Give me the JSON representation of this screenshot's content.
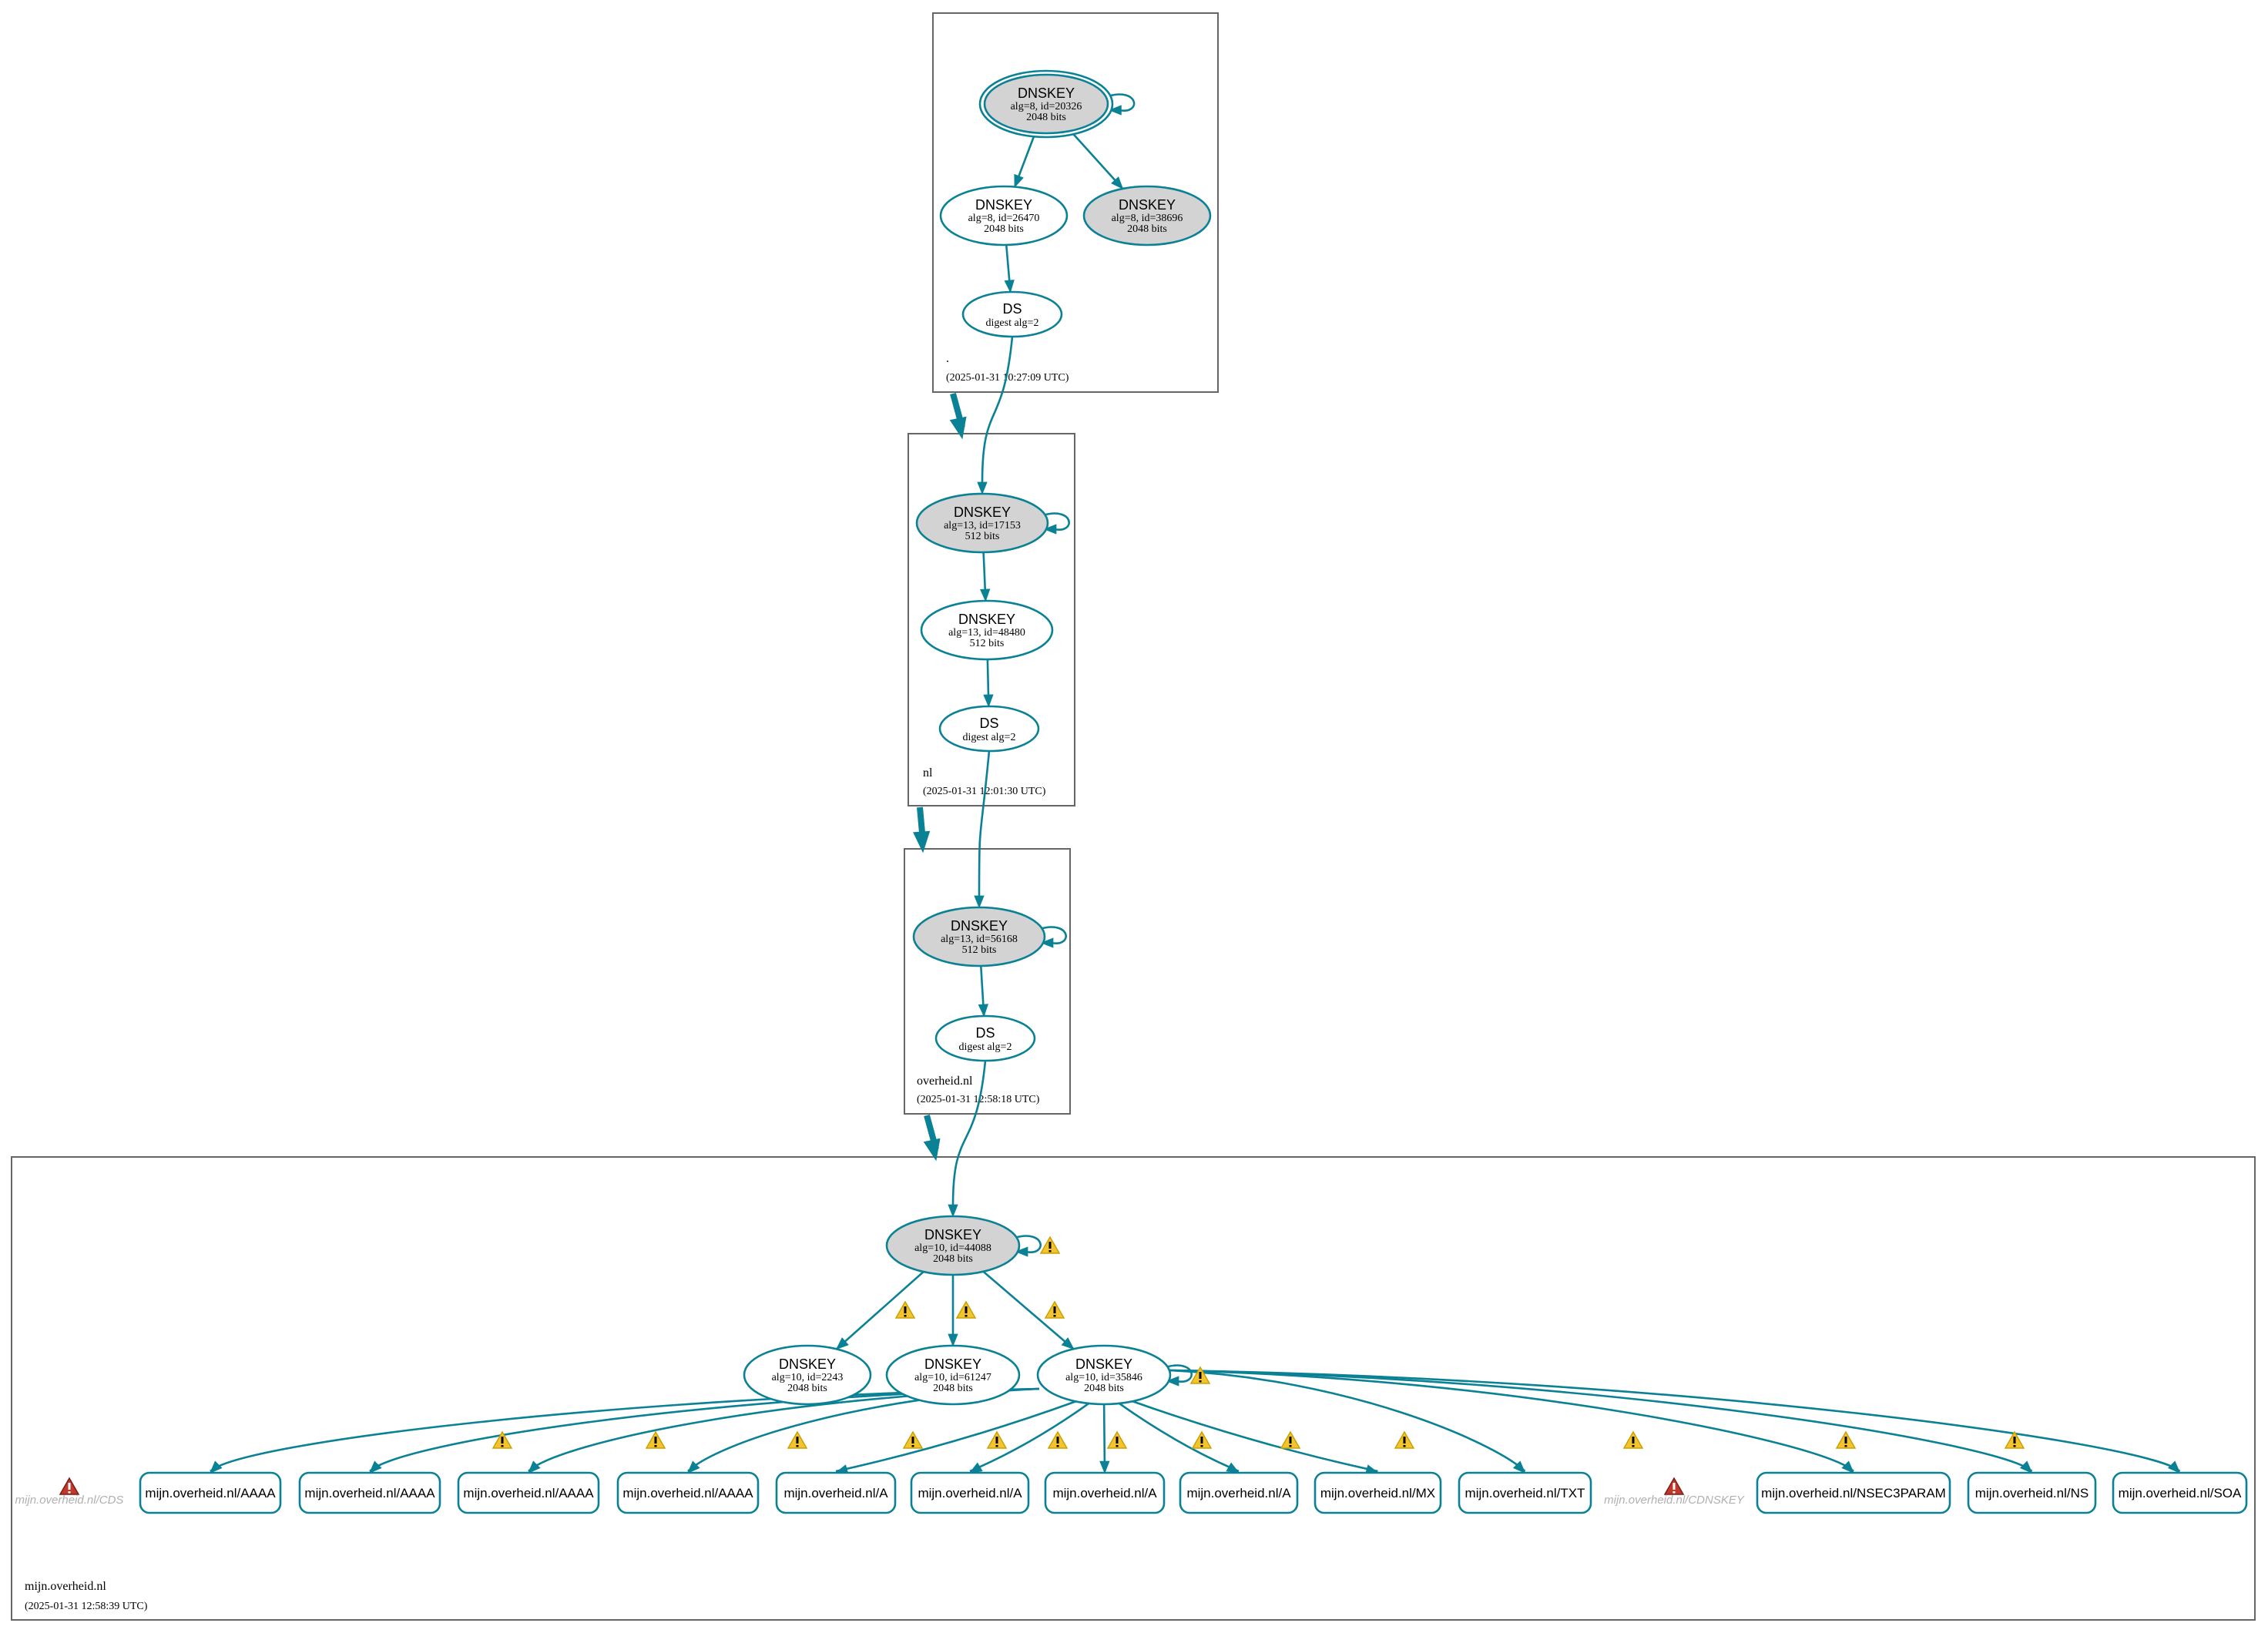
{
  "colors": {
    "edge": "#0a8194",
    "ksk_fill": "#d3d3d3",
    "warning": "#f4c430",
    "error": "#c0392b",
    "ghost_text": "#b0b0b0"
  },
  "zones": [
    {
      "name": ".",
      "date": "(2025-01-31 10:27:09 UTC)",
      "nodes": [
        {
          "id": "k20326",
          "title": "DNSKEY",
          "line1": "alg=8, id=20326",
          "line2": "2048 bits"
        },
        {
          "id": "k26470",
          "title": "DNSKEY",
          "line1": "alg=8, id=26470",
          "line2": "2048 bits"
        },
        {
          "id": "k38696",
          "title": "DNSKEY",
          "line1": "alg=8, id=38696",
          "line2": "2048 bits"
        },
        {
          "id": "ds1",
          "title": "DS",
          "line1": "digest alg=2"
        }
      ]
    },
    {
      "name": "nl",
      "date": "(2025-01-31 12:01:30 UTC)",
      "nodes": [
        {
          "id": "k17153",
          "title": "DNSKEY",
          "line1": "alg=13, id=17153",
          "line2": "512 bits"
        },
        {
          "id": "k48480",
          "title": "DNSKEY",
          "line1": "alg=13, id=48480",
          "line2": "512 bits"
        },
        {
          "id": "ds2",
          "title": "DS",
          "line1": "digest alg=2"
        }
      ]
    },
    {
      "name": "overheid.nl",
      "date": "(2025-01-31 12:58:18 UTC)",
      "nodes": [
        {
          "id": "k56168",
          "title": "DNSKEY",
          "line1": "alg=13, id=56168",
          "line2": "512 bits"
        },
        {
          "id": "ds3",
          "title": "DS",
          "line1": "digest alg=2"
        }
      ]
    },
    {
      "name": "mijn.overheid.nl",
      "date": "(2025-01-31 12:58:39 UTC)",
      "nodes": [
        {
          "id": "k44088",
          "title": "DNSKEY",
          "line1": "alg=10, id=44088",
          "line2": "2048 bits"
        },
        {
          "id": "k2243",
          "title": "DNSKEY",
          "line1": "alg=10, id=2243",
          "line2": "2048 bits"
        },
        {
          "id": "k61247",
          "title": "DNSKEY",
          "line1": "alg=10, id=61247",
          "line2": "2048 bits"
        },
        {
          "id": "k35846",
          "title": "DNSKEY",
          "line1": "alg=10, id=35846",
          "line2": "2048 bits"
        }
      ],
      "records": [
        "mijn.overheid.nl/AAAA",
        "mijn.overheid.nl/AAAA",
        "mijn.overheid.nl/AAAA",
        "mijn.overheid.nl/AAAA",
        "mijn.overheid.nl/A",
        "mijn.overheid.nl/A",
        "mijn.overheid.nl/A",
        "mijn.overheid.nl/A",
        "mijn.overheid.nl/MX",
        "mijn.overheid.nl/TXT",
        "mijn.overheid.nl/NSEC3PARAM",
        "mijn.overheid.nl/NS",
        "mijn.overheid.nl/SOA"
      ],
      "missing": [
        "mijn.overheid.nl/CDS",
        "mijn.overheid.nl/CDNSKEY"
      ]
    }
  ]
}
